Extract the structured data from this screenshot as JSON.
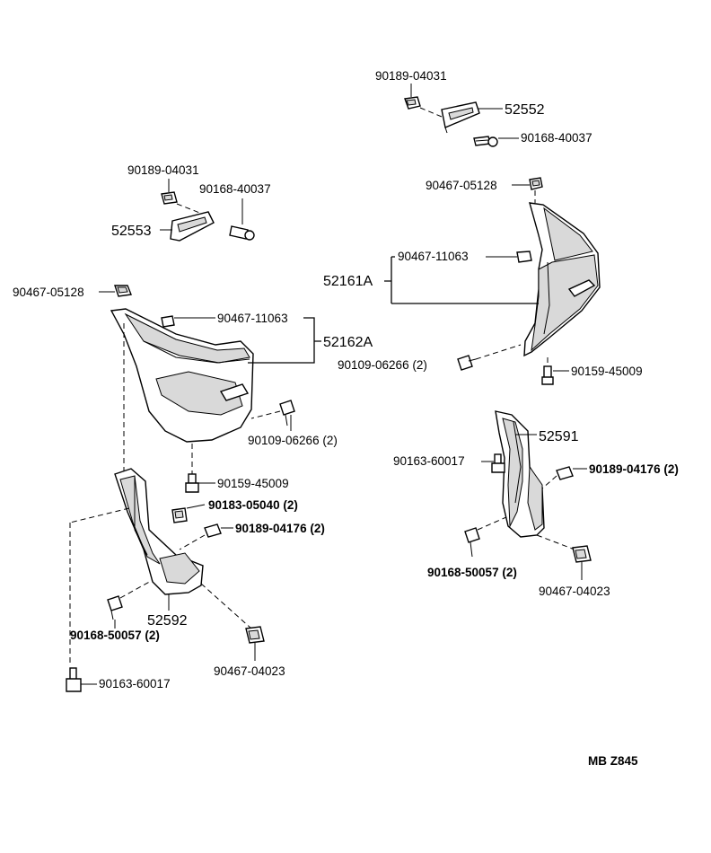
{
  "labels": {
    "p90189_04031_a": "90189-04031",
    "p52552": "52552",
    "p90168_40037_a": "90168-40037",
    "p90467_05128_a": "90467-05128",
    "p90467_11063_a": "90467-11063",
    "p52161A": "52161A",
    "p90109_06266_a": "90109-06266 (2)",
    "p90159_45009_a": "90159-45009",
    "p90189_04031_b": "90189-04031",
    "p90168_40037_b": "90168-40037",
    "p52553": "52553",
    "p90467_05128_b": "90467-05128",
    "p90467_11063_b": "90467-11063",
    "p52162A": "52162A",
    "p90109_06266_b": "90109-06266 (2)",
    "p90159_45009_b": "90159-45009",
    "p90183_05040": "90183-05040 (2)",
    "p90189_04176_a": "90189-04176 (2)",
    "p52592": "52592",
    "p90168_50057_a": "90168-50057 (2)",
    "p90467_04023_a": "90467-04023",
    "p90163_60017_a": "90163-60017",
    "p52591": "52591",
    "p90163_60017_b": "90163-60017",
    "p90189_04176_b": "90189-04176 (2)",
    "p90168_50057_b": "90168-50057 (2)",
    "p90467_04023_b": "90467-04023",
    "footer_code": "MB  Z845"
  },
  "icons": {
    "clip": "clip-icon",
    "bolt": "bolt-icon",
    "screw": "screw-icon",
    "nut": "nut-icon"
  }
}
